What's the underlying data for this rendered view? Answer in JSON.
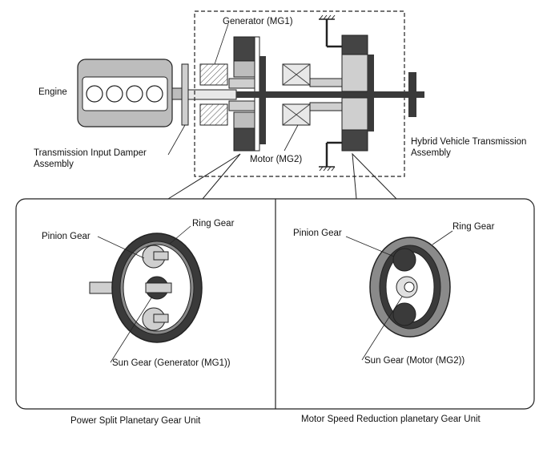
{
  "labels": {
    "engine": "Engine",
    "damper_line1": "Transmission Input Damper",
    "damper_line2": "Assembly",
    "generator": "Generator (MG1)",
    "motor": "Motor (MG2)",
    "hvt_line1": "Hybrid Vehicle Transmission",
    "hvt_line2": "Assembly"
  },
  "left_unit": {
    "pinion": "Pinion Gear",
    "ring": "Ring Gear",
    "sun": "Sun Gear (Generator (MG1))",
    "caption": "Power Split Planetary Gear Unit"
  },
  "right_unit": {
    "pinion": "Pinion Gear",
    "ring": "Ring Gear",
    "sun": "Sun Gear (Motor (MG2))",
    "caption": "Motor Speed Reduction planetary Gear Unit"
  },
  "colors": {
    "dark_gear": "#3a3a3a",
    "mid_gray": "#8a8a8a",
    "light_gray": "#c8c8c8",
    "outline": "#222222"
  }
}
